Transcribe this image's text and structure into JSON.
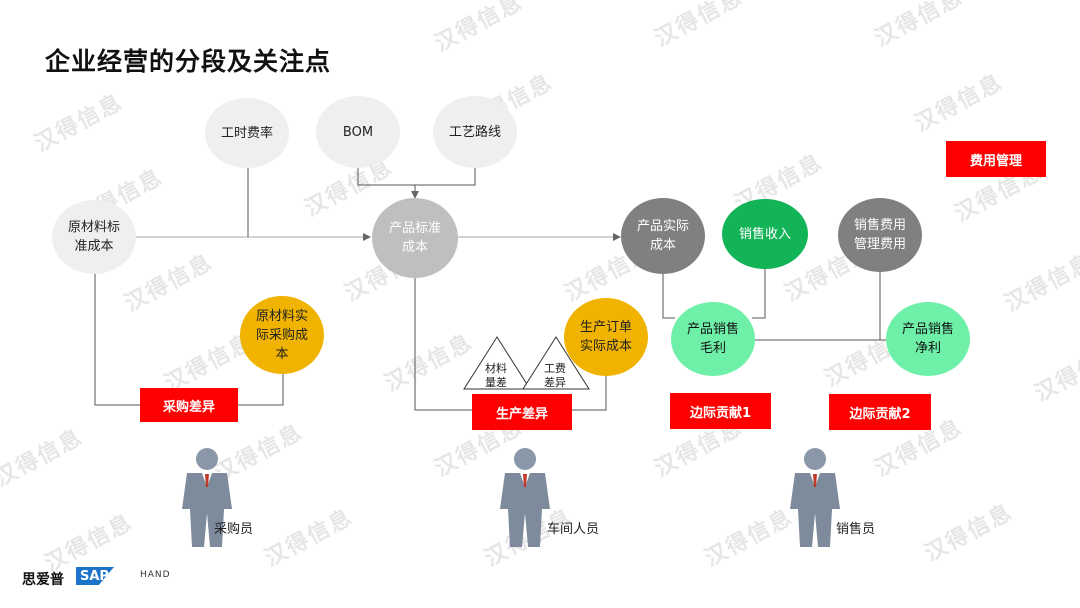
{
  "title": "企业经营的分段及关注点",
  "watermark": "汉得信息",
  "nodes": {
    "labor_rate": "工时费率",
    "bom": "BOM",
    "routing": "工艺路线",
    "raw_std_cost": "原材料标\n准成本",
    "product_std_cost": "产品标准\n成本",
    "product_actual_cost": "产品实际\n成本",
    "sales_revenue": "销售收入",
    "selling_admin_expense": "销售费用\n管理费用",
    "raw_actual_cost": "原材料实\n际采购成\n本",
    "order_actual_cost": "生产订单\n实际成本",
    "gross_profit": "产品销售\n毛利",
    "net_profit": "产品销售\n净利"
  },
  "triangles": {
    "material_variance": "材料\n量差",
    "labor_variance": "工费\n差异"
  },
  "red_boxes": {
    "expense_mgmt": "费用管理",
    "purchase_variance": "采购差异",
    "production_variance": "生产差异",
    "margin1": "边际贡献1",
    "margin2": "边际贡献2"
  },
  "roles": {
    "buyer": "采购员",
    "workshop": "车间人员",
    "sales": "销售员"
  },
  "logos": {
    "siaipu": "思爱普",
    "sap": "SAP",
    "hand": "HAND"
  },
  "colors": {
    "red": "#ff0000",
    "green": "#13b458",
    "mint": "#6ff0a8",
    "orange": "#f0b400",
    "gray": "#808080"
  }
}
